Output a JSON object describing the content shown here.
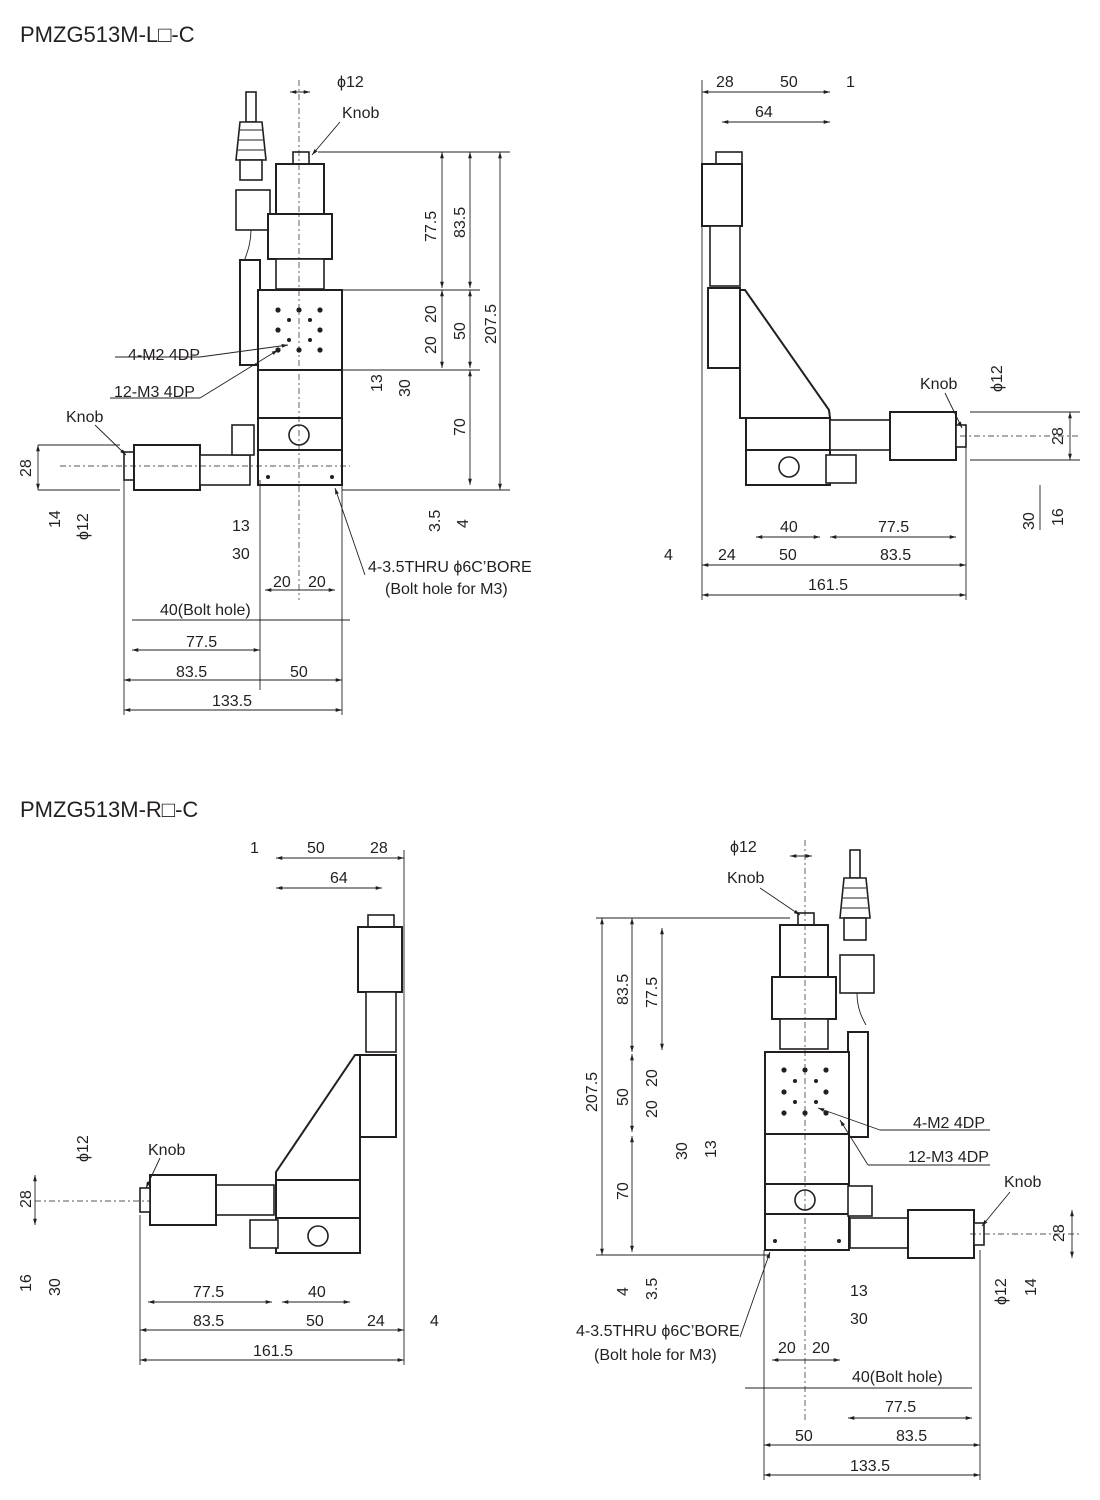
{
  "titles": {
    "left_model": "PMZG513M-L□-C",
    "right_model": "PMZG513M-R□-C"
  },
  "annotations": {
    "knob": "Knob",
    "m2_holes": "4-M2 4DP",
    "m3_holes": "12-M3 4DP",
    "thru_holes": "4-3.5THRU ϕ6C’BORE",
    "bolt_note": "(Bolt hole for M3)",
    "bolt_hole_40": "40(Bolt hole)",
    "phi12": "ϕ12"
  },
  "dimensions": {
    "d1": "1",
    "d3_5": "3.5",
    "d4": "4",
    "d13": "13",
    "d14": "14",
    "d16": "16",
    "d20": "20",
    "d24": "24",
    "d28": "28",
    "d30": "30",
    "d40": "40",
    "d50": "50",
    "d64": "64",
    "d70": "70",
    "d77_5": "77.5",
    "d83_5": "83.5",
    "d133_5": "133.5",
    "d161_5": "161.5",
    "d207_5": "207.5"
  }
}
